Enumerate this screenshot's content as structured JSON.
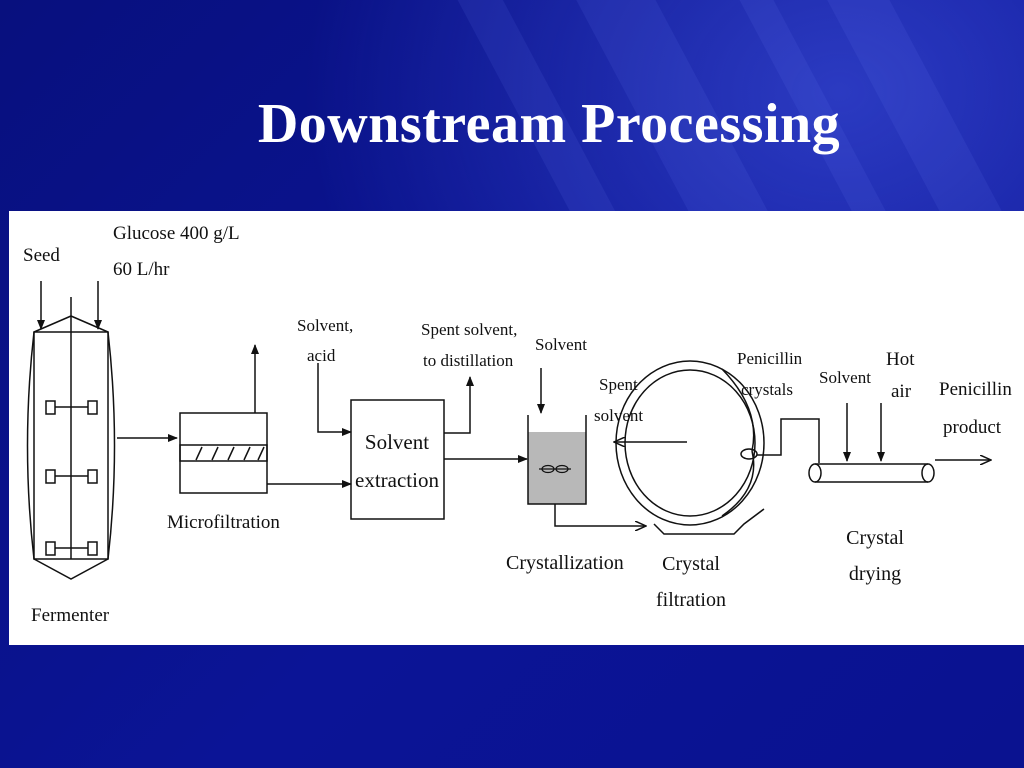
{
  "slide": {
    "title": "Downstream Processing"
  },
  "diagram": {
    "labels": {
      "seed": "Seed",
      "glucose": "Glucose 400 g/L",
      "flow_rate": "60 L/hr",
      "fermenter": "Fermenter",
      "microfiltration": "Microfiltration",
      "solvent_acid_1": "Solvent,",
      "solvent_acid_2": "acid",
      "solvent_extraction_1": "Solvent",
      "solvent_extraction_2": "extraction",
      "spent_solvent_distill_1": "Spent solvent,",
      "spent_solvent_distill_2": "to distillation",
      "solvent_crystallizer": "Solvent",
      "crystallization": "Crystallization",
      "spent_solvent_1": "Spent",
      "spent_solvent_2": "solvent",
      "crystal_filtration_1": "Crystal",
      "crystal_filtration_2": "filtration",
      "penicillin_crystals_1": "Penicillin",
      "penicillin_crystals_2": "crystals",
      "solvent_dryer": "Solvent",
      "hot_air_1": "Hot",
      "hot_air_2": "air",
      "penicillin_product_1": "Penicillin",
      "penicillin_product_2": "product",
      "crystal_drying_1": "Crystal",
      "crystal_drying_2": "drying"
    }
  }
}
